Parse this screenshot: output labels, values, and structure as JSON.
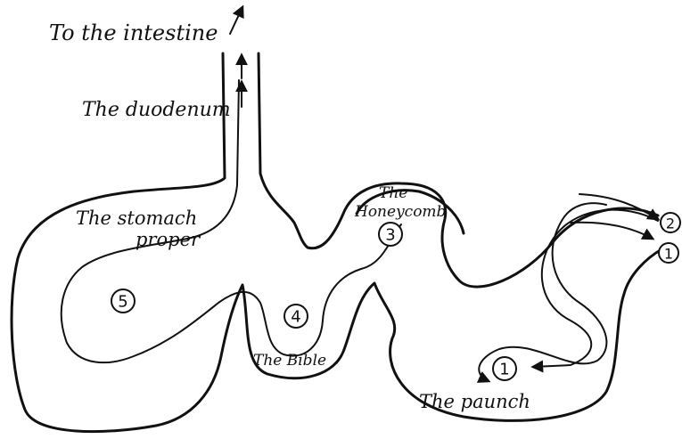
{
  "labels": {
    "intestine": "To the intestine",
    "duodenum": "The duodenum",
    "stomach_line1": "The stomach",
    "stomach_line2": "proper",
    "honeycomb_line1": "The",
    "honeycomb_line2": "Honeycomb",
    "bible": "The Bible",
    "paunch": "The paunch"
  },
  "markers": {
    "stomach": "5",
    "bible": "4",
    "honeycomb": "3",
    "inlet_top": "2",
    "inlet_bottom": "1",
    "paunch": "1"
  }
}
